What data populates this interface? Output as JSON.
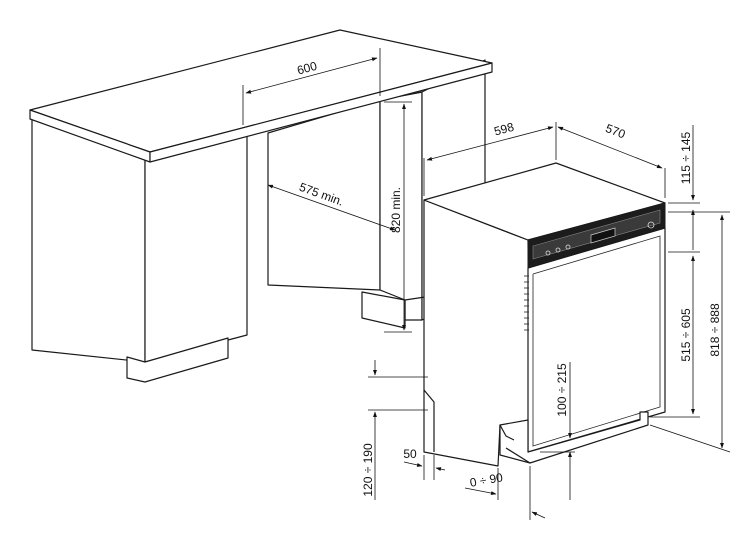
{
  "dimensions": {
    "countertop_width": "600",
    "niche_depth": "575 min.",
    "niche_height": "820 min.",
    "appliance_width": "598",
    "appliance_depth": "570",
    "top_gap": "115 ÷ 145",
    "door_height": "515 ÷ 605",
    "total_height": "818 ÷ 888",
    "plinth_height": "100 ÷ 215",
    "foot_height": "120 ÷ 190",
    "foot_depth": "50",
    "door_offset": "0 ÷ 90"
  },
  "colors": {
    "line": "#1a1a1a",
    "panel": "#1c1c1c"
  }
}
